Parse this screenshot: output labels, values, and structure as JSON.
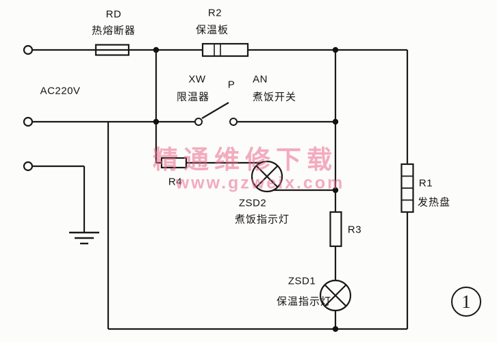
{
  "diagram_type": "rice-cooker-circuit-schematic",
  "source_label": "AC220V",
  "labels": {
    "rd": "RD",
    "rd_name": "热熔断器",
    "r2": "R2",
    "r2_name": "保温板",
    "ac": "AC220V",
    "xw": "XW",
    "xw_name": "限温器",
    "p": "P",
    "an": "AN",
    "an_name": "煮饭开关",
    "r4": "R4",
    "zsd2": "ZSD2",
    "zsd2_name": "煮饭指示灯",
    "r3": "R3",
    "r1": "R1",
    "r1_name": "发热盘",
    "zsd1": "ZSD1",
    "zsd1_name": "保温指示灯"
  },
  "watermark": {
    "line1": "精通维修下载",
    "line2": "www.gzweix.com"
  },
  "figure_number": "1",
  "colors": {
    "wire": "#1b1918",
    "watermark_pink": "#e9698c",
    "background": "#fcfcfa"
  }
}
